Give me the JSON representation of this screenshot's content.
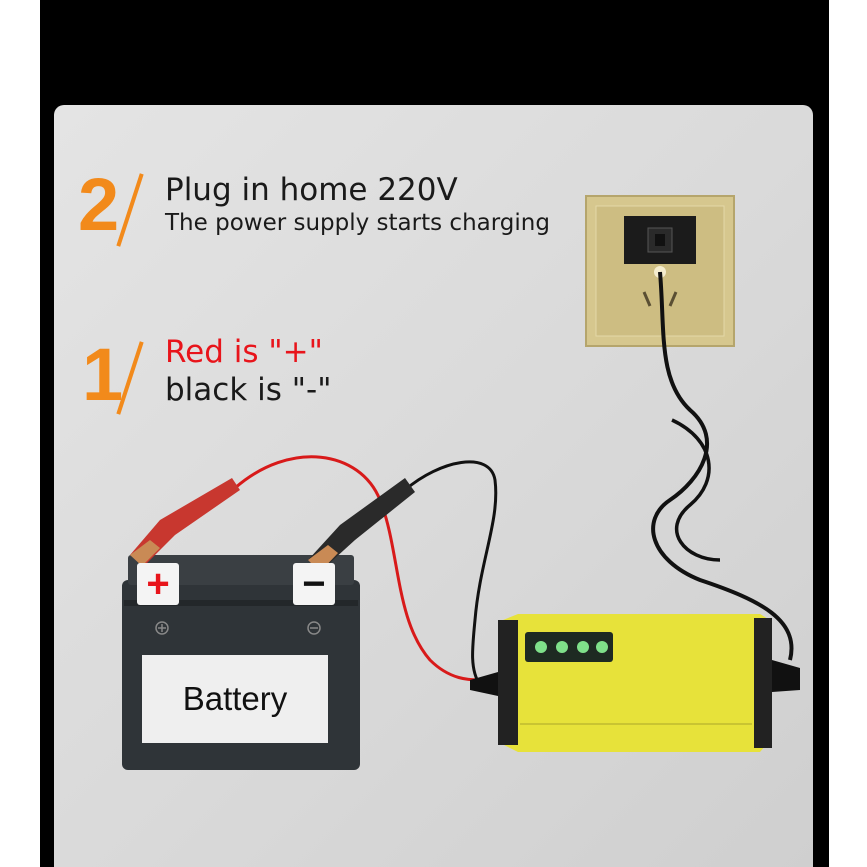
{
  "step2": {
    "number": "2",
    "title": "Plug in home 220V",
    "subtitle": "The power supply starts charging"
  },
  "step1": {
    "number": "1",
    "line1": "Red is \"+\"",
    "line2": "black is \"-\""
  },
  "battery": {
    "label": "Battery",
    "plus_sign": "+",
    "minus_sign": "−"
  },
  "colors": {
    "accent_orange": "#f28a1b",
    "red_text": "#e8141b",
    "charger_yellow": "#e7e23a",
    "battery_body": "#2f3438",
    "socket_gold": "#d5c58c"
  },
  "icons": {
    "socket": "wall-socket-icon",
    "charger": "charger-unit-icon"
  }
}
